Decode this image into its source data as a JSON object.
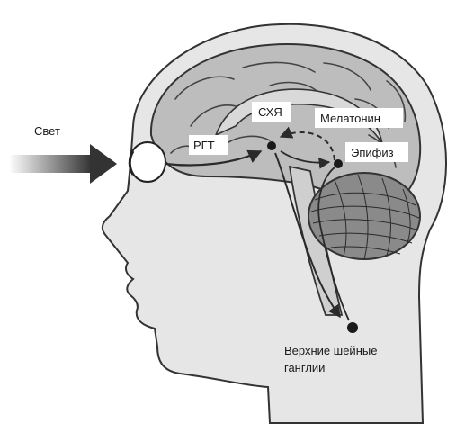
{
  "labels": {
    "light": "Свет",
    "rht": "РГТ",
    "scn": "СХЯ",
    "melatonin": "Мелатонин",
    "pineal": "Эпифиз",
    "ganglia_line1": "Верхние шейные",
    "ganglia_line2": "ганглии"
  },
  "colors": {
    "head_fill": "#e6e6e6",
    "brain_fill": "#bdbdbd",
    "cerebellum_fill": "#8a8a8a",
    "outline": "#333333",
    "arrow": "#3a3a3a"
  }
}
